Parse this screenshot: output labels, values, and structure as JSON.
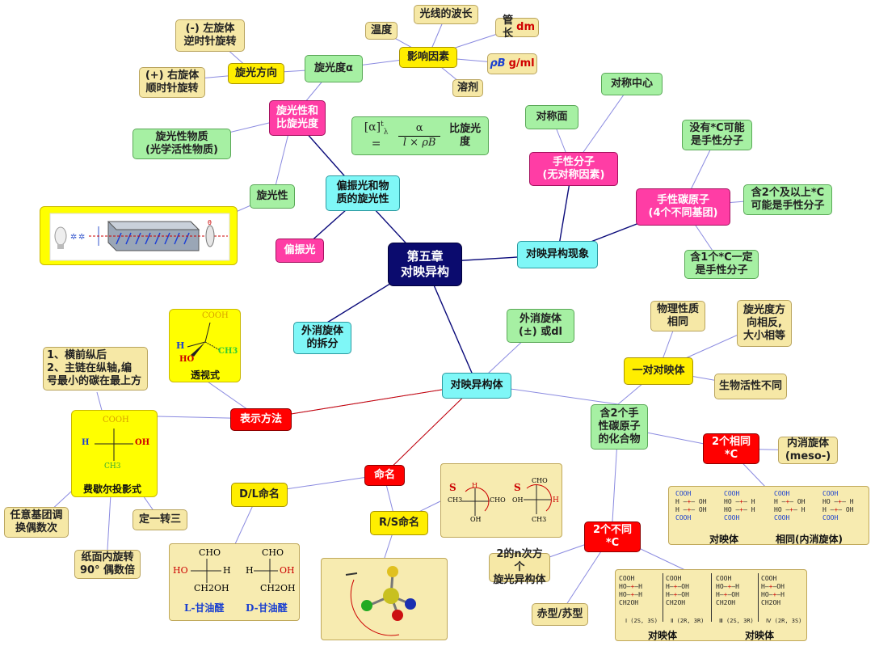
{
  "center": "第五章\n对映异构",
  "rotation": {
    "title": "旋光性和\n比旋光度",
    "optical_rotation": "旋光度α",
    "direction": "旋光方向",
    "levo": "(-) 左旋体\n逆时针旋转",
    "dextro": "(+) 右旋体\n顺时针旋转",
    "factors": "影响因素",
    "factor_temp": "温度",
    "factor_wavelength": "光线的波长",
    "factor_tube": "管长",
    "factor_tube_unit": "dm",
    "factor_conc_symbol": "ρB",
    "factor_conc_unit": "g/ml",
    "factor_solvent": "溶剂",
    "active_substance": "旋光性物质\n(光学活性物质)",
    "formula_alpha": "α",
    "formula_den": "l × ρB",
    "formula_label": "比旋光度",
    "activity": "旋光性",
    "polarized_rotation": "偏振光和物\n质的旋光性",
    "polarized_light": "偏振光",
    "racemate_split": "外消旋体\n的拆分"
  },
  "phenomenon": {
    "title": "对映异构现象",
    "chiral_molecule": "手性分子\n(无对称因素)",
    "sym_plane": "对称面",
    "sym_center": "对称中心",
    "chiral_carbon": "手性碳原子\n(4个不同基团)",
    "no_c_chiral": "没有*C可能\n是手性分子",
    "two_c": "含2个及以上*C\n可能是手性分子",
    "one_c": "含1个*C一定\n是手性分子"
  },
  "isomers": {
    "title": "对映异构体",
    "racemate": "外消旋体\n(±) 或dl",
    "pair": "一对对映体",
    "physical": "物理性质\n相同",
    "rotation_opposite": "旋光度方\n向相反,\n大小相等",
    "bio": "生物活性不同",
    "two_chiral": "含2个手\n性碳原子\n的化合物",
    "same_c": "2个相同\n*C",
    "meso": "内消旋体\n(meso-)",
    "enantiomer_label": "对映体",
    "same_meso_label": "相同(内消旋体)",
    "diff_c": "2个不同\n*C",
    "two_n": "2的n次方个\n旋光异构体",
    "erythro": "赤型/苏型",
    "enantiomer_a": "对映体",
    "enantiomer_b": "对映体",
    "config_1": "Ⅰ (2S, 3S)",
    "config_2": "Ⅱ (2R, 3R)",
    "config_3": "Ⅲ (2S, 3R)",
    "config_4": "Ⅳ (2R, 3S)"
  },
  "representation": {
    "title": "表示方法",
    "perspective": "透视式",
    "fischer": "费歇尔投影式",
    "fischer_rules": "1、横前纵后\n2、主链在纵轴,编\n号最小的碳在最上方",
    "swap": "任意基团调\n换偶数次",
    "fix": "定一转三",
    "rotate": "纸面内旋转\n90° 偶数倍",
    "cooh": "COOH",
    "ch3": "CH3",
    "h": "H",
    "oh": "OH",
    "ho": "HO"
  },
  "naming": {
    "title": "命名",
    "dl": "D/L命名",
    "rs": "R/S命名",
    "cho": "CHO",
    "ch2oh": "CH2OH",
    "ho": "HO",
    "oh": "OH",
    "h": "H",
    "l_glyceraldehyde": "L-甘油醛",
    "d_glyceraldehyde": "D-甘油醛",
    "s_label": "S",
    "ch3": "CH3"
  },
  "colors": {
    "pale_yellow": "#f6e8a6",
    "yellow": "#ffee00",
    "green": "#a6f0a3",
    "cyan": "#7ff7f7",
    "pink": "#ff3da5",
    "red": "#ff0000",
    "navy": "#0b0b6e",
    "link_dark": "#0a0a7a",
    "link_light": "#8a8ae0"
  }
}
